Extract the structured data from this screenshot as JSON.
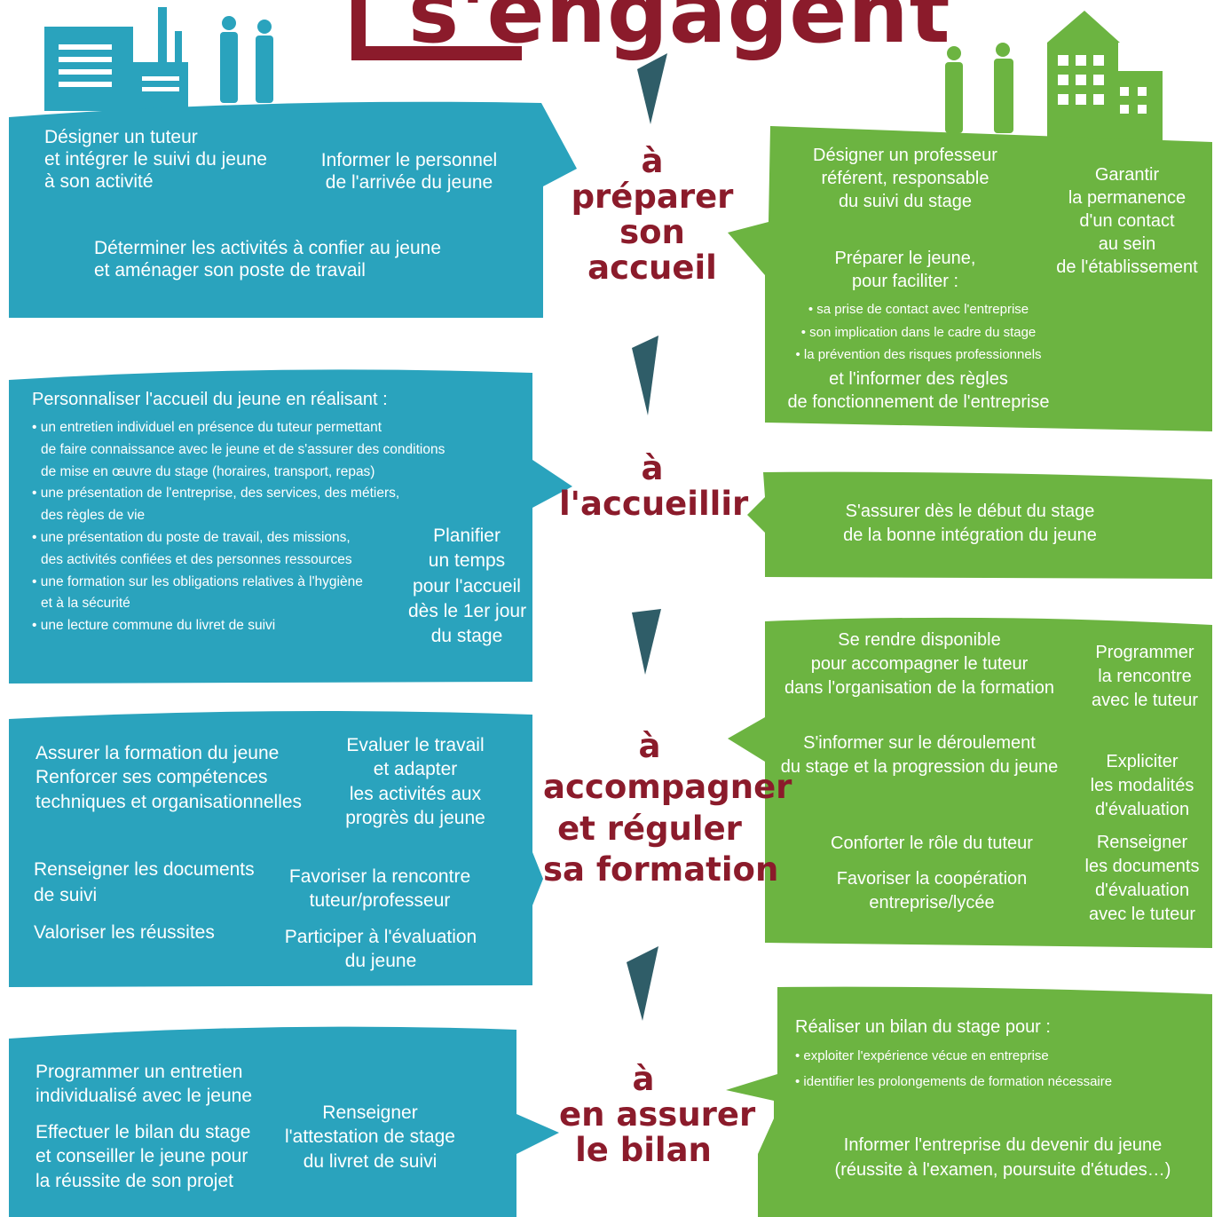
{
  "colors": {
    "blue": "#2aa3bd",
    "green": "#6cb441",
    "red": "#8b1b2b",
    "arrow": "#2f5d68"
  },
  "title": "s'engagent",
  "icons": {
    "left": "factory-and-people-icon",
    "right": "school-and-people-icon",
    "arrow": "down-triangle-icon"
  },
  "steps": [
    {
      "lines": [
        "à",
        "préparer",
        "son",
        "accueil"
      ]
    },
    {
      "lines": [
        "à",
        "l'accueillir"
      ]
    },
    {
      "lines": [
        "à",
        "accompagner",
        "et réguler",
        "sa formation"
      ]
    },
    {
      "lines": [
        "à",
        "en assurer",
        "le bilan"
      ]
    }
  ],
  "enterprise": {
    "prepare": {
      "b1": [
        "Désigner un tuteur",
        "et intégrer le suivi du jeune",
        "à son activité"
      ],
      "b2": [
        "Informer le personnel",
        "de l'arrivée du jeune"
      ],
      "b3": [
        "Déterminer les activités à confier au jeune",
        "et aménager son poste de travail"
      ]
    },
    "welcome": {
      "intro": "Personnaliser l'accueil du jeune en réalisant :",
      "bullets": [
        [
          "• un entretien individuel en présence du tuteur permettant",
          "de faire connaissance avec le jeune et de s'assurer des conditions",
          "de mise en œuvre du stage (horaires, transport, repas)"
        ],
        [
          "• une présentation de l'entreprise, des services, des métiers,",
          "des règles de vie"
        ],
        [
          "• une présentation du poste de travail, des missions,",
          "des activités confiées et des personnes ressources"
        ],
        [
          "• une formation sur les obligations relatives à l'hygiène",
          "et à la sécurité"
        ],
        [
          "• une lecture commune du livret de suivi"
        ]
      ],
      "plan": [
        "Planifier",
        "un temps",
        "pour l'accueil",
        "dès le 1er jour",
        "du stage"
      ]
    },
    "accompany": {
      "b1": [
        "Assurer la formation du jeune",
        "Renforcer ses compétences",
        "techniques et organisationnelles"
      ],
      "b2": [
        "Evaluer le travail",
        "et adapter",
        "les activités aux",
        "progrès du jeune"
      ],
      "b3": [
        "Renseigner les documents",
        "de suivi"
      ],
      "b4": "Valoriser les réussites",
      "b5": [
        "Favoriser la rencontre",
        "tuteur/professeur"
      ],
      "b6": [
        "Participer à l'évaluation",
        "du jeune"
      ]
    },
    "review": {
      "b1": [
        "Programmer un entretien",
        "individualisé avec le jeune"
      ],
      "b2": [
        "Effectuer le bilan du stage",
        "et conseiller le jeune pour",
        "la réussite de son projet"
      ],
      "b3": [
        "Renseigner",
        "l'attestation de stage",
        "du livret de suivi"
      ]
    }
  },
  "school": {
    "prepare": {
      "b1": [
        "Désigner un professeur",
        "référent, responsable",
        "du suivi du stage"
      ],
      "b2": [
        "Garantir",
        "la permanence",
        "d'un contact",
        "au sein",
        "de l'établissement"
      ],
      "b3": [
        "Préparer le jeune,",
        "pour faciliter :"
      ],
      "bullets": [
        "• sa prise de contact avec l'entreprise",
        "• son implication dans le cadre du stage",
        "• la prévention des risques professionnels"
      ],
      "b4": [
        "et l'informer des règles",
        "de fonctionnement de l'entreprise"
      ]
    },
    "welcome": {
      "b1": [
        "S'assurer dès le début du stage",
        "de la bonne intégration du jeune"
      ]
    },
    "accompany": {
      "b1": [
        "Se rendre disponible",
        "pour accompagner le tuteur",
        "dans l'organisation de la formation"
      ],
      "b2": [
        "Programmer",
        "la rencontre",
        "avec le tuteur"
      ],
      "b3": [
        "S'informer sur le déroulement",
        "du stage et la progression du jeune"
      ],
      "b4": [
        "Expliciter",
        "les modalités",
        "d'évaluation"
      ],
      "b5": "Conforter le rôle du tuteur",
      "b6": [
        "Favoriser la coopération",
        "entreprise/lycée"
      ],
      "b7": [
        "Renseigner",
        "les documents",
        "d'évaluation",
        "avec le tuteur"
      ]
    },
    "review": {
      "b1": "Réaliser un bilan du stage pour :",
      "bullets": [
        "• exploiter l'expérience vécue en entreprise",
        "• identifier les prolongements de formation nécessaire"
      ],
      "b2": [
        "Informer l'entreprise du devenir du jeune",
        "(réussite à l'examen, poursuite d'études…)"
      ]
    }
  }
}
